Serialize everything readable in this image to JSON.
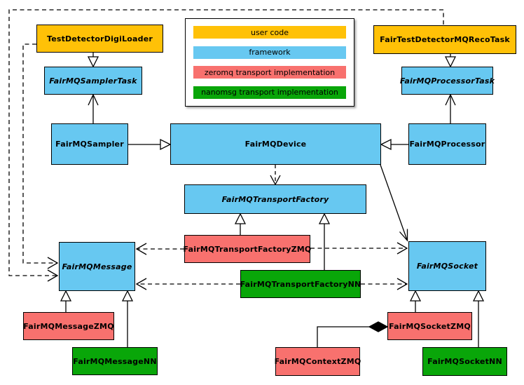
{
  "diagram_type": "uml-class-diagram",
  "colors": {
    "user_code": "#FFC107",
    "framework": "#67C8F1",
    "zeromq": "#F8716E",
    "nanomsg": "#09A609",
    "line": "#000000",
    "background": "#FFFFFF"
  },
  "legend": {
    "items": [
      {
        "label": "user code",
        "role": "user_code"
      },
      {
        "label": "framework",
        "role": "framework"
      },
      {
        "label": "zeromq transport implementation",
        "role": "zeromq"
      },
      {
        "label": "nanomsg transport implementation",
        "role": "nanomsg"
      }
    ]
  },
  "nodes": {
    "testDetectorDigiLoader": {
      "label": "TestDetectorDigiLoader",
      "role": "user_code",
      "abstract": false
    },
    "fairTestDetectorMQRecoTask": {
      "label": "FairTestDetectorMQRecoTask",
      "role": "user_code",
      "abstract": false
    },
    "fairMQSamplerTask": {
      "label": "FairMQSamplerTask",
      "role": "framework",
      "abstract": true
    },
    "fairMQProcessorTask": {
      "label": "FairMQProcessorTask",
      "role": "framework",
      "abstract": true
    },
    "fairMQSampler": {
      "label": "FairMQSampler",
      "role": "framework",
      "abstract": false
    },
    "fairMQDevice": {
      "label": "FairMQDevice",
      "role": "framework",
      "abstract": false
    },
    "fairMQProcessor": {
      "label": "FairMQProcessor",
      "role": "framework",
      "abstract": false
    },
    "fairMQTransportFactory": {
      "label": "FairMQTransportFactory",
      "role": "framework",
      "abstract": true
    },
    "fairMQTransportFactoryZMQ": {
      "label": "FairMQTransportFactoryZMQ",
      "role": "zeromq",
      "abstract": false
    },
    "fairMQTransportFactoryNN": {
      "label": "FairMQTransportFactoryNN",
      "role": "nanomsg",
      "abstract": false
    },
    "fairMQMessage": {
      "label": "FairMQMessage",
      "role": "framework",
      "abstract": true
    },
    "fairMQSocket": {
      "label": "FairMQSocket",
      "role": "framework",
      "abstract": true
    },
    "fairMQMessageZMQ": {
      "label": "FairMQMessageZMQ",
      "role": "zeromq",
      "abstract": false
    },
    "fairMQMessageNN": {
      "label": "FairMQMessageNN",
      "role": "nanomsg",
      "abstract": false
    },
    "fairMQSocketZMQ": {
      "label": "FairMQSocketZMQ",
      "role": "zeromq",
      "abstract": false
    },
    "fairMQSocketNN": {
      "label": "FairMQSocketNN",
      "role": "nanomsg",
      "abstract": false
    },
    "fairMQContextZMQ": {
      "label": "FairMQContextZMQ",
      "role": "zeromq",
      "abstract": false
    }
  },
  "relationships": [
    {
      "from": "TestDetectorDigiLoader",
      "to": "FairMQSamplerTask",
      "type": "inheritance"
    },
    {
      "from": "FairTestDetectorMQRecoTask",
      "to": "FairMQProcessorTask",
      "type": "inheritance"
    },
    {
      "from": "FairMQSampler",
      "to": "FairMQDevice",
      "type": "inheritance"
    },
    {
      "from": "FairMQProcessor",
      "to": "FairMQDevice",
      "type": "inheritance"
    },
    {
      "from": "FairMQSampler",
      "to": "FairMQSamplerTask",
      "type": "association"
    },
    {
      "from": "FairMQProcessor",
      "to": "FairMQProcessorTask",
      "type": "association"
    },
    {
      "from": "FairMQDevice",
      "to": "FairMQTransportFactory",
      "type": "dependency"
    },
    {
      "from": "FairMQDevice",
      "to": "FairMQSocket",
      "type": "association"
    },
    {
      "from": "FairMQTransportFactoryZMQ",
      "to": "FairMQTransportFactory",
      "type": "inheritance"
    },
    {
      "from": "FairMQTransportFactoryNN",
      "to": "FairMQTransportFactory",
      "type": "inheritance"
    },
    {
      "from": "FairMQTransportFactoryZMQ",
      "to": "FairMQMessage",
      "type": "dependency"
    },
    {
      "from": "FairMQTransportFactoryZMQ",
      "to": "FairMQSocket",
      "type": "dependency"
    },
    {
      "from": "FairMQTransportFactoryNN",
      "to": "FairMQMessage",
      "type": "dependency"
    },
    {
      "from": "FairMQTransportFactoryNN",
      "to": "FairMQSocket",
      "type": "dependency"
    },
    {
      "from": "FairMQMessageZMQ",
      "to": "FairMQMessage",
      "type": "inheritance"
    },
    {
      "from": "FairMQMessageNN",
      "to": "FairMQMessage",
      "type": "inheritance"
    },
    {
      "from": "FairMQSocketZMQ",
      "to": "FairMQSocket",
      "type": "inheritance"
    },
    {
      "from": "FairMQSocketNN",
      "to": "FairMQSocket",
      "type": "inheritance"
    },
    {
      "from": "TestDetectorDigiLoader",
      "to": "FairMQMessage",
      "type": "dependency"
    },
    {
      "from": "FairTestDetectorMQRecoTask",
      "to": "FairMQMessage",
      "type": "dependency"
    },
    {
      "from": "FairMQContextZMQ",
      "to": "FairMQSocketZMQ",
      "type": "composition"
    }
  ]
}
